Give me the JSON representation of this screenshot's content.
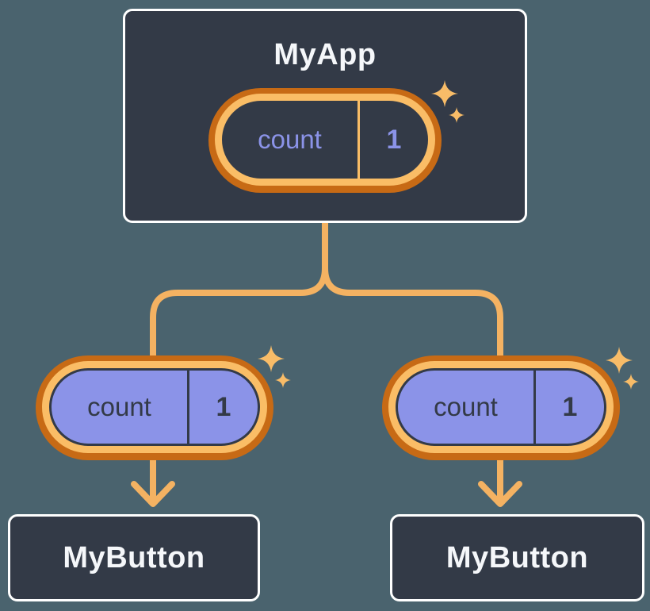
{
  "diagram": {
    "root": {
      "title": "MyApp",
      "state": {
        "name": "count",
        "value": "1"
      }
    },
    "children": [
      {
        "title": "MyButton",
        "prop": {
          "name": "count",
          "value": "1"
        }
      },
      {
        "title": "MyButton",
        "prop": {
          "name": "count",
          "value": "1"
        }
      }
    ],
    "colors": {
      "background": "#4A636E",
      "box_fill": "#333A47",
      "box_border": "#FFFFFF",
      "pill_fill": "#8B93E8",
      "ring_outer": "#C76A15",
      "ring_inner": "#FABD66",
      "connector": "#F4B262",
      "sparkle": "#F8BC68",
      "text_light": "#F5F7FA",
      "text_dark": "#333A47",
      "text_purple": "#8B93E8"
    }
  }
}
